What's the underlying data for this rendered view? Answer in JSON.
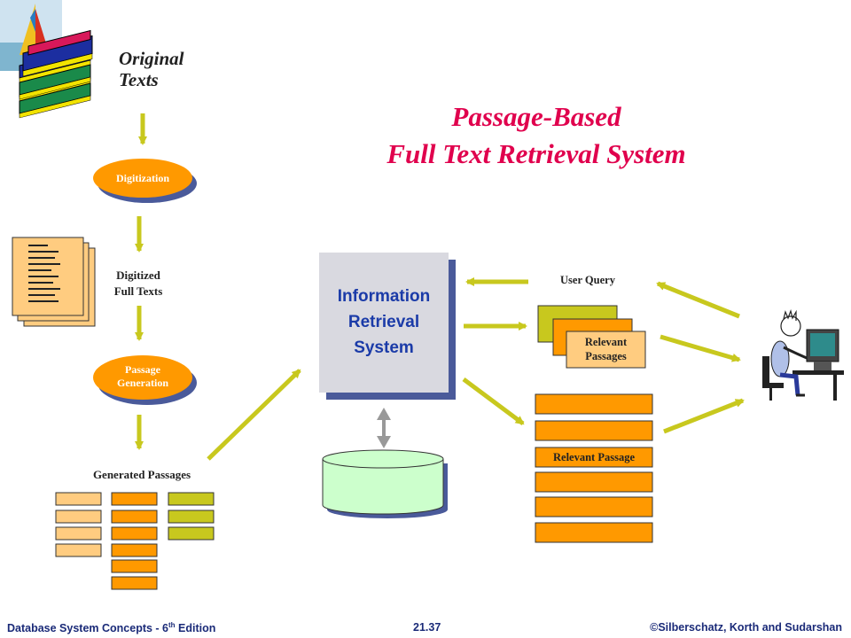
{
  "title": {
    "line1": "Passage-Based",
    "line2": "Full Text Retrieval System"
  },
  "labels": {
    "original_texts_line1": "Original",
    "original_texts_line2": "Texts",
    "digitization": "Digitization",
    "digitized_line1": "Digitized",
    "digitized_line2": "Full Texts",
    "passage_generation_line1": "Passage",
    "passage_generation_line2": "Generation",
    "generated_passages": "Generated Passages",
    "irs_line1": "Information",
    "irs_line2": "Retrieval",
    "irs_line3": "System",
    "user_query": "User Query",
    "relevant_passages_line1": "Relevant",
    "relevant_passages_line2": "Passages",
    "relevant_passage": "Relevant Passage"
  },
  "footer": {
    "left": "Database System Concepts - 6",
    "left_sup": "th",
    "left_tail": " Edition",
    "center": "21.37",
    "right": "©Silberschatz, Korth and Sudarshan"
  },
  "colors": {
    "title": "#e0004d",
    "arrow": "#c8c81e",
    "orange": "#ff9900",
    "light_orange": "#ffcc80",
    "olive": "#c8c81e",
    "irs_text": "#1b3ba8",
    "footer_text": "#1a2a78",
    "db_fill": "#ccffcc"
  },
  "icons": [
    "book-stack-icon",
    "sailboat-logo",
    "computer-user-icon",
    "database-cylinder"
  ]
}
